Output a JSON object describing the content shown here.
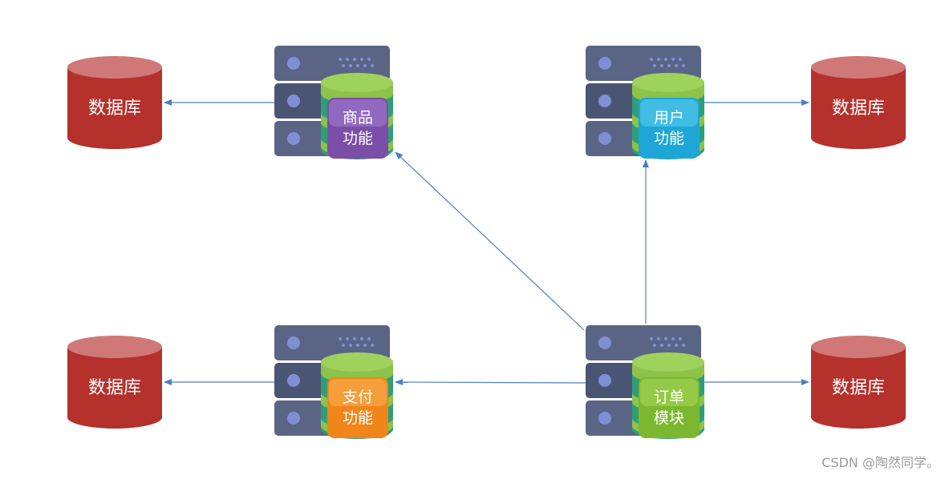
{
  "databases": [
    {
      "id": "db-top-left",
      "label": "数据库"
    },
    {
      "id": "db-top-right",
      "label": "数据库"
    },
    {
      "id": "db-bottom-left",
      "label": "数据库"
    },
    {
      "id": "db-bottom-right",
      "label": "数据库"
    }
  ],
  "services": [
    {
      "id": "product",
      "line1": "商品",
      "line2": "功能",
      "color": "#7b4fa8",
      "color_light": "#a47fd0"
    },
    {
      "id": "user",
      "line1": "用户",
      "line2": "功能",
      "color": "#1ea7d6",
      "color_light": "#5fd0f0"
    },
    {
      "id": "payment",
      "line1": "支付",
      "line2": "功能",
      "color": "#f0861a",
      "color_light": "#f7b25a"
    },
    {
      "id": "order",
      "line1": "订单",
      "line2": "模块",
      "color": "#7cb82f",
      "color_light": "#a9d85f"
    }
  ],
  "colors": {
    "database_top": "#d07878",
    "database_body": "#b5312c",
    "server_dark": "#4a5573",
    "server_mid": "#5a6585",
    "server_dot": "#7f8fd6",
    "stack_green": "#8dc34a",
    "stack_teal": "#2f9e78",
    "arrow": "#4d7fbf"
  },
  "watermark": "CSDN @陶然同学。"
}
